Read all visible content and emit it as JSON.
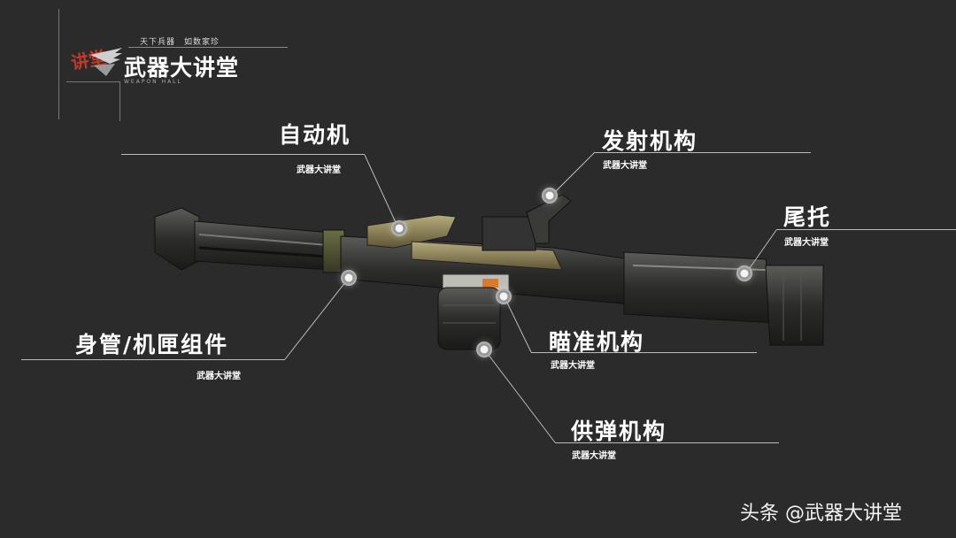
{
  "logo": {
    "title": "武器大讲堂",
    "slogan": "天下兵器　如数家珍",
    "subtitle": "WEAPON HALL",
    "stamp": "讲堂"
  },
  "callouts": [
    {
      "id": "auto",
      "label": "自动机",
      "sub": "武器大讲堂"
    },
    {
      "id": "fire",
      "label": "发射机构",
      "sub": "武器大讲堂"
    },
    {
      "id": "stock",
      "label": "尾托",
      "sub": "武器大讲堂"
    },
    {
      "id": "barrel",
      "label": "身管/机匣组件",
      "sub": "武器大讲堂"
    },
    {
      "id": "sight",
      "label": "瞄准机构",
      "sub": "武器大讲堂"
    },
    {
      "id": "feed",
      "label": "供弹机构",
      "sub": "武器大讲堂"
    }
  ],
  "watermark": "头条 @武器大讲堂",
  "colors": {
    "background": "#2b2b2b",
    "line": "#bbbbbb",
    "text": "#ffffff"
  }
}
